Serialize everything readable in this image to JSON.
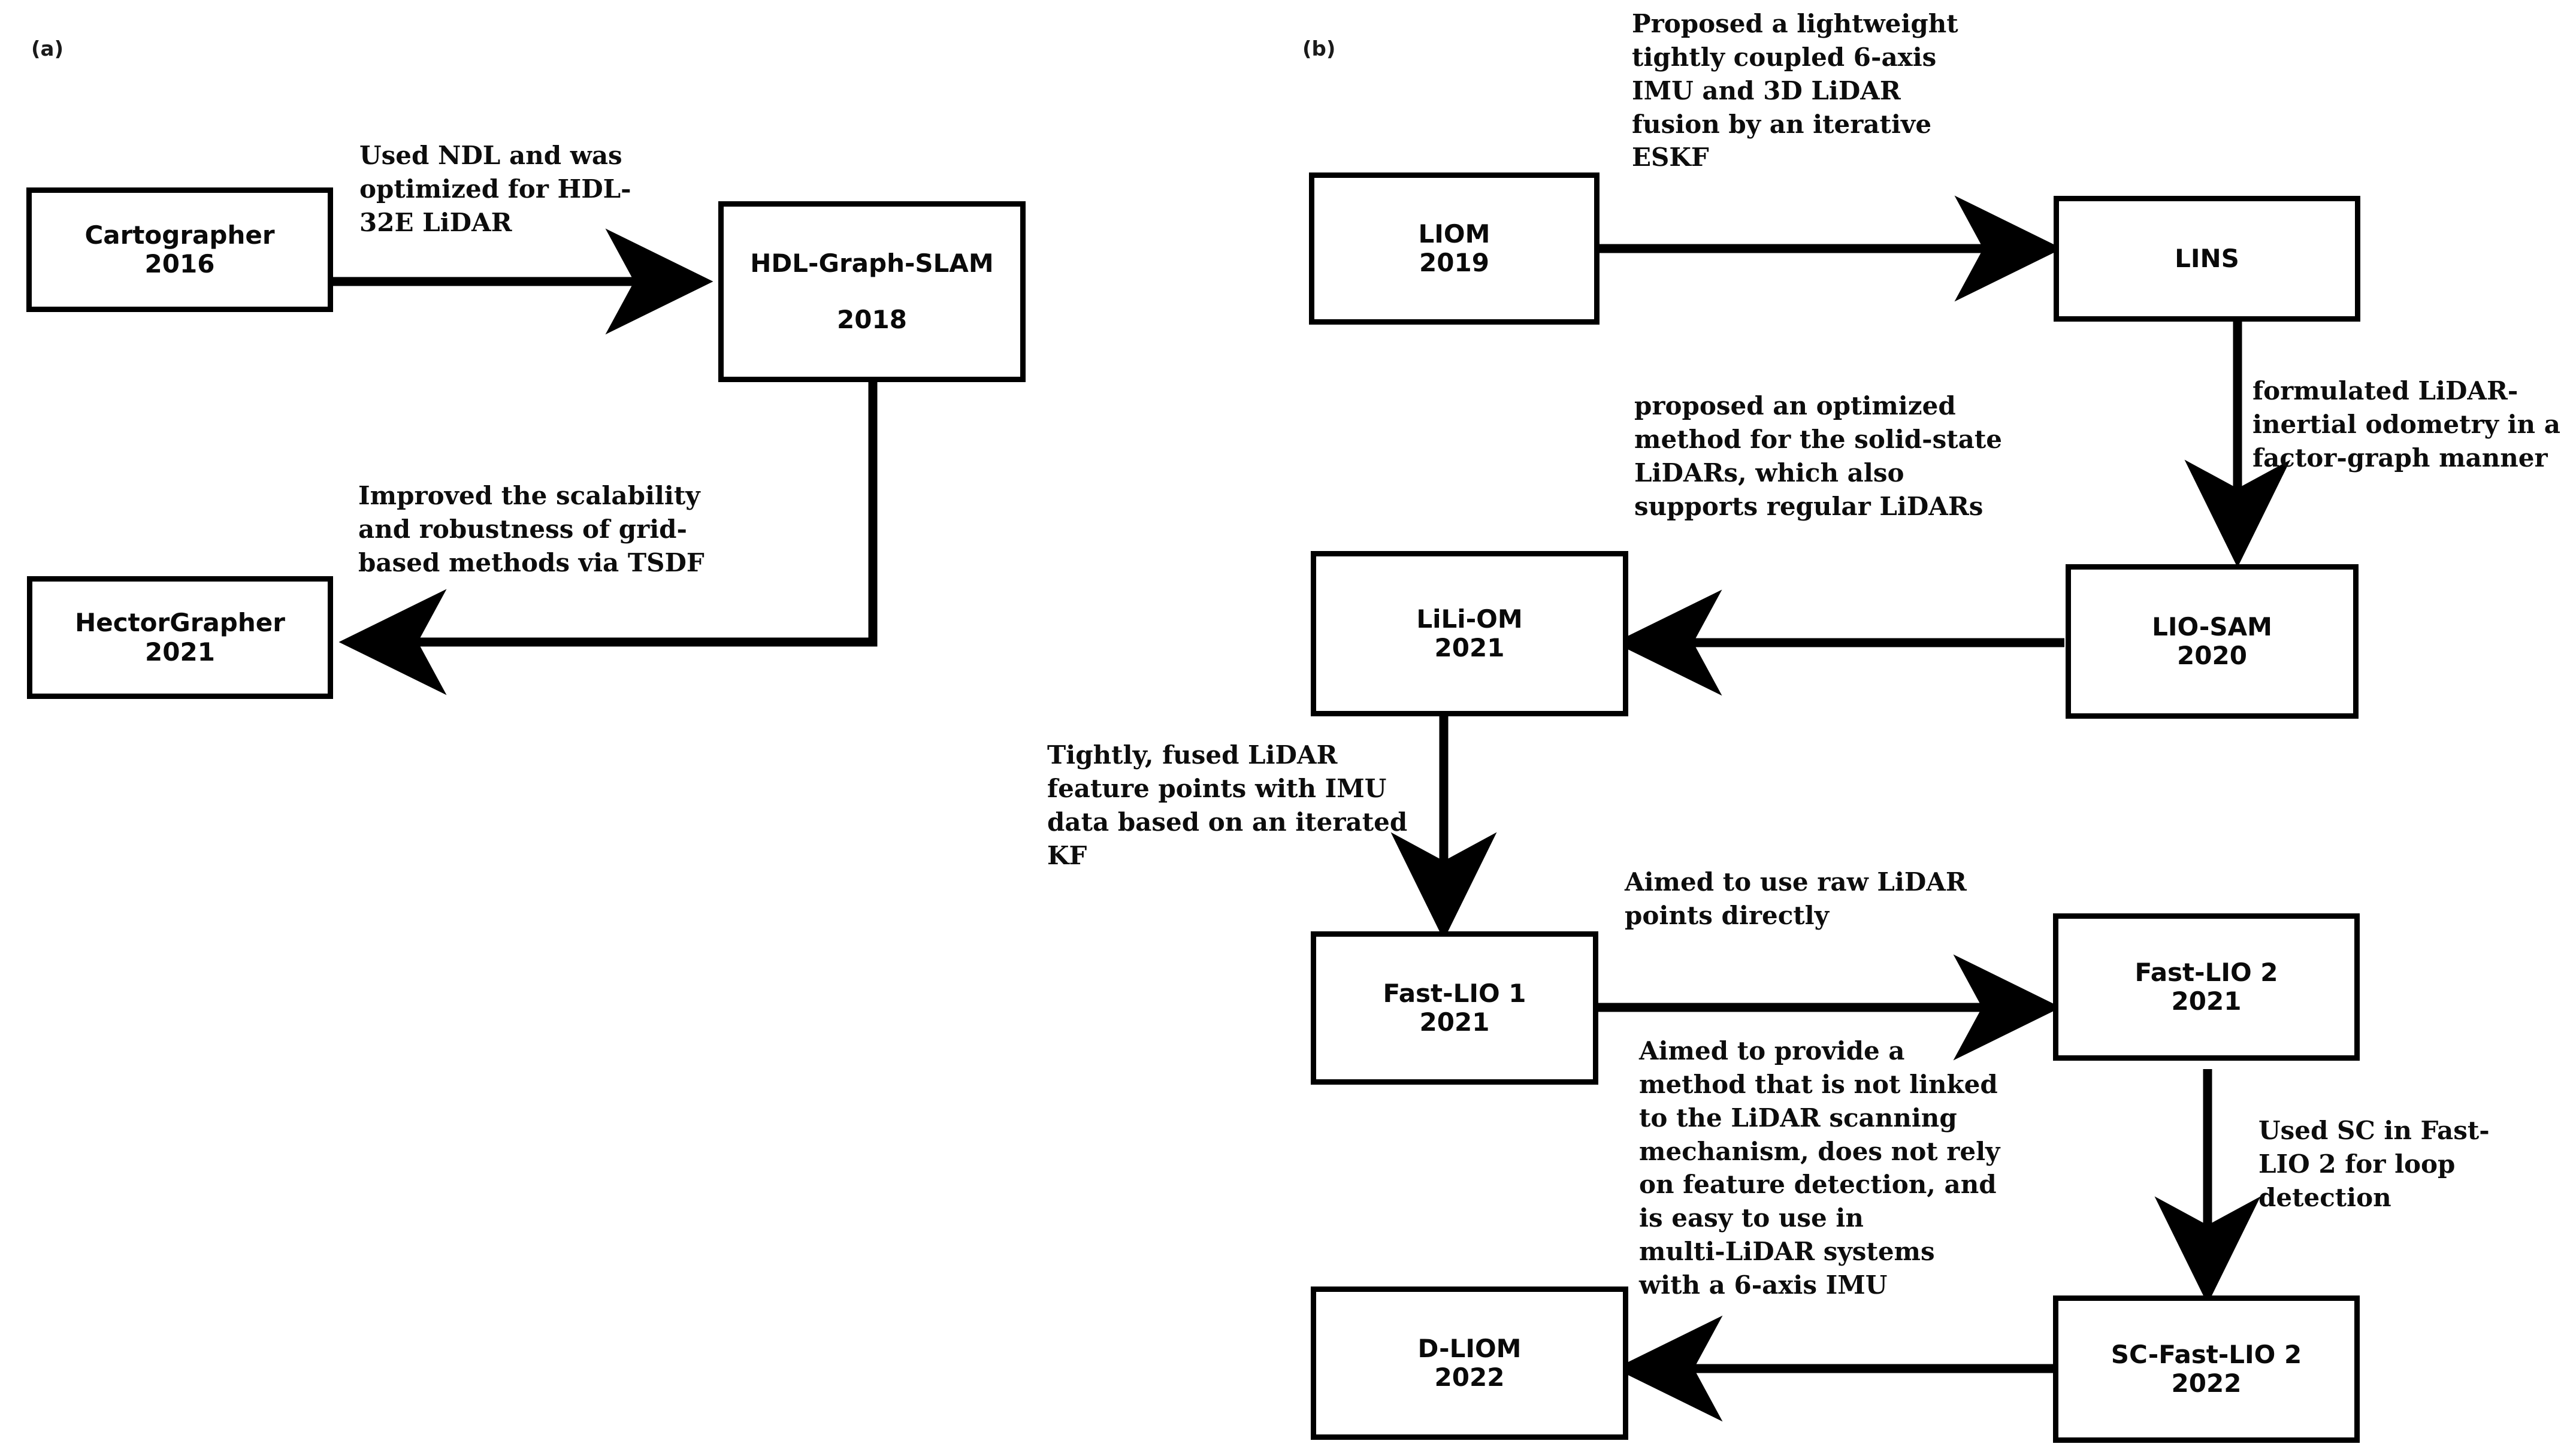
{
  "figure": {
    "type": "flowchart",
    "panels": [
      {
        "id": "a",
        "label": "(a)",
        "nodes": [
          {
            "id": "cartographer",
            "name": "Cartographer",
            "year": "2016"
          },
          {
            "id": "hdl-graph-slam",
            "name": "HDL-Graph-SLAM",
            "year": "2018"
          },
          {
            "id": "hectorgrapher",
            "name": "HectorGrapher",
            "year": "2021"
          }
        ],
        "edges": [
          {
            "id": "e-a1",
            "from": "cartographer",
            "to": "hdl-graph-slam",
            "label": "Used NDL and was\noptimized for HDL-\n32E LiDAR"
          },
          {
            "id": "e-a2",
            "from": "hdl-graph-slam",
            "to": "hectorgrapher",
            "label": "Improved the scalability\nand robustness of grid-\nbased methods  via TSDF"
          }
        ]
      },
      {
        "id": "b",
        "label": "(b)",
        "nodes": [
          {
            "id": "liom",
            "name": "LIOM",
            "year": "2019"
          },
          {
            "id": "lins",
            "name": "LINS",
            "year": ""
          },
          {
            "id": "lio-sam",
            "name": "LIO-SAM",
            "year": "2020"
          },
          {
            "id": "lili-om",
            "name": "LiLi-OM",
            "year": "2021"
          },
          {
            "id": "fast-lio-1",
            "name": "Fast-LIO 1",
            "year": "2021"
          },
          {
            "id": "fast-lio-2",
            "name": "Fast-LIO 2",
            "year": "2021"
          },
          {
            "id": "sc-fast-lio-2",
            "name": "SC-Fast-LIO 2",
            "year": "2022"
          },
          {
            "id": "d-liom",
            "name": "D-LIOM",
            "year": "2022"
          }
        ],
        "edges": [
          {
            "id": "e-b1",
            "from": "liom",
            "to": "lins",
            "label": "Proposed a lightweight\ntightly coupled 6-axis\nIMU and 3D LiDAR\nfusion by an iterative\nESKF"
          },
          {
            "id": "e-b2",
            "from": "lins",
            "to": "lio-sam",
            "label": "formulated LiDAR-\ninertial odometry in a\nfactor-graph manner"
          },
          {
            "id": "e-b3",
            "from": "lio-sam",
            "to": "lili-om",
            "label": "proposed an optimized\nmethod for the solid-state\nLiDARs, which also\nsupports regular LiDARs"
          },
          {
            "id": "e-b4",
            "from": "lili-om",
            "to": "fast-lio-1",
            "label": "Tightly, fused LiDAR\nfeature points with IMU\ndata based on an iterated\nKF"
          },
          {
            "id": "e-b5",
            "from": "fast-lio-1",
            "to": "fast-lio-2",
            "label": "Aimed to use raw LiDAR\npoints directly"
          },
          {
            "id": "e-b6",
            "from": "fast-lio-2",
            "to": "sc-fast-lio-2",
            "label": "Used SC in Fast-\nLIO 2 for loop\ndetection"
          },
          {
            "id": "e-b7",
            "from": "sc-fast-lio-2",
            "to": "d-liom",
            "label": "Aimed to provide a\nmethod that is not linked\nto the LiDAR scanning\nmechanism, does not rely\non feature detection, and\nis easy to use in\nmulti-LiDAR systems\nwith a 6-axis IMU"
          }
        ]
      }
    ],
    "colors": {
      "stroke": "#000000",
      "text": "#0d0d0d",
      "background": "#ffffff"
    }
  }
}
